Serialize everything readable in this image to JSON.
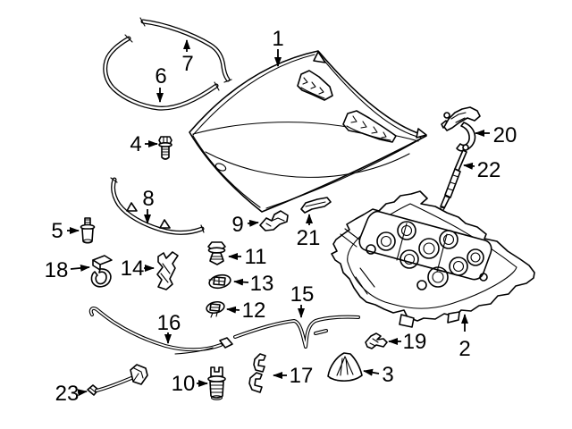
{
  "palette": {
    "background": "#ffffff",
    "line": "#000000"
  },
  "callouts": [
    "1",
    "2",
    "3",
    "4",
    "5",
    "6",
    "7",
    "8",
    "9",
    "10",
    "11",
    "12",
    "13",
    "14",
    "15",
    "16",
    "17",
    "18",
    "19",
    "20",
    "21",
    "22",
    "23"
  ]
}
